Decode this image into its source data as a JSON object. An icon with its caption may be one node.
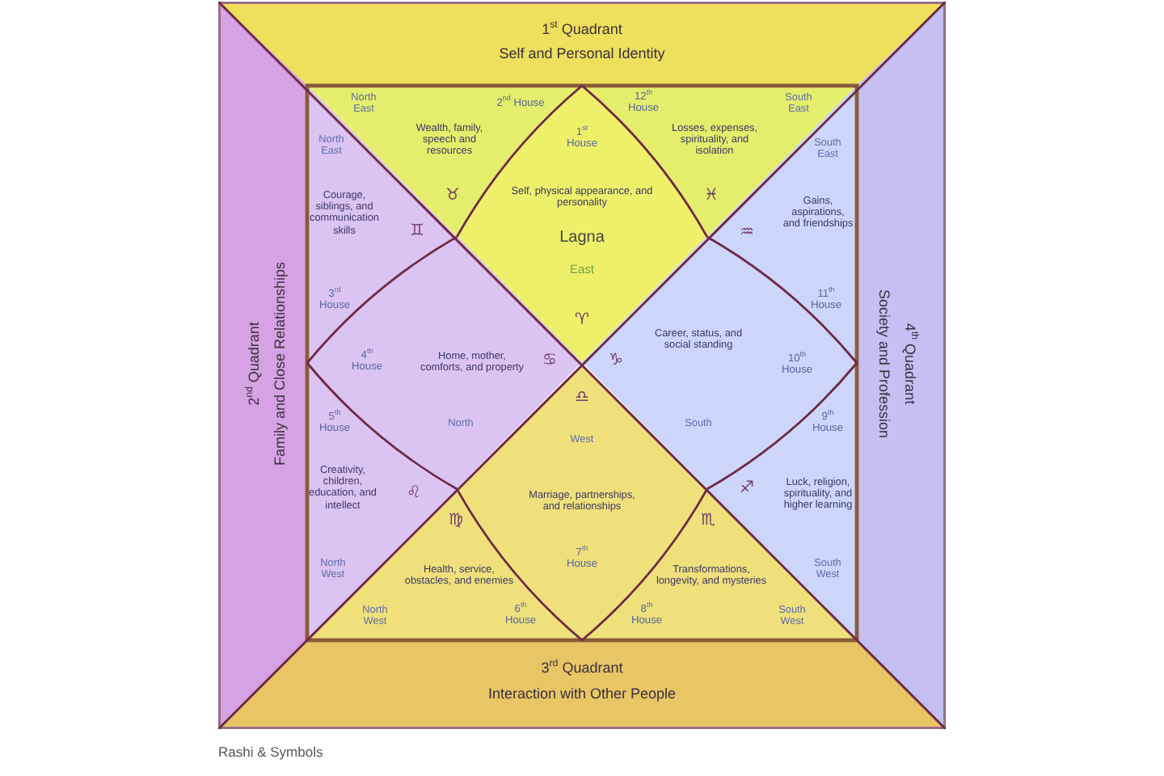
{
  "diagram": {
    "caption": "Rashi & Symbols",
    "nodes": [
      {
        "text": [
          "1$^{st}$ Quadrant",
          "Self and Personal Identity"
        ]
      },
      {
        "text": [
          "2$^{nd}$ Quadrant",
          "Family and Close Relationships"
        ]
      },
      {
        "text": [
          "3$^{rd}$ Quadrant",
          "Interaction with Other People"
        ]
      },
      {
        "text": [
          "4$^{th}$ Quadrant",
          "Society and Profession"
        ]
      },
      {
        "text": [
          "1$^{st}$ House",
          "Self, physical appearance, and personality",
          "Lagna",
          "East",
          "♈"
        ]
      },
      {
        "text": [
          "North East",
          "2$^{nd}$ House",
          "Wealth, family, speech and resources",
          "♉"
        ]
      },
      {
        "text": [
          "North East",
          "Courage, siblings, and communication skills",
          "♊",
          "3$^{rd}$ House"
        ]
      },
      {
        "text": [
          "4$^{th}$ House",
          "Home, mother, comforts, and property",
          "♋",
          "North"
        ]
      },
      {
        "text": [
          "5$^{th}$ House",
          "♌",
          "Creativity, children, education, and intellect",
          "North West"
        ]
      },
      {
        "text": [
          "♍",
          "Health, service, obstacles, and enemies",
          "North West",
          "6$^{th}$ House"
        ]
      },
      {
        "text": [
          "♎",
          "West",
          "Marriage, partnerships, and relationships",
          "7$^{th}$ House"
        ]
      },
      {
        "text": [
          "♏",
          "Transformations, longevity, and mysteries",
          "8$^{th}$ House",
          "South West"
        ]
      },
      {
        "text": [
          "9$^{th}$ House",
          "♐",
          "Luck, religion, spirituality, and higher learning",
          "South West"
        ]
      },
      {
        "text": [
          "Career, status, and social standing",
          "♑",
          "10$^{th}$ House",
          "South"
        ]
      },
      {
        "text": [
          "South East",
          "Gains, aspirations, and friendships",
          "♒",
          "11$^{th}$ House"
        ]
      },
      {
        "text": [
          "12$^{th}$ House",
          "South East",
          "Losses, expenses, spirituality, and isolation",
          "♓"
        ]
      }
    ]
  }
}
